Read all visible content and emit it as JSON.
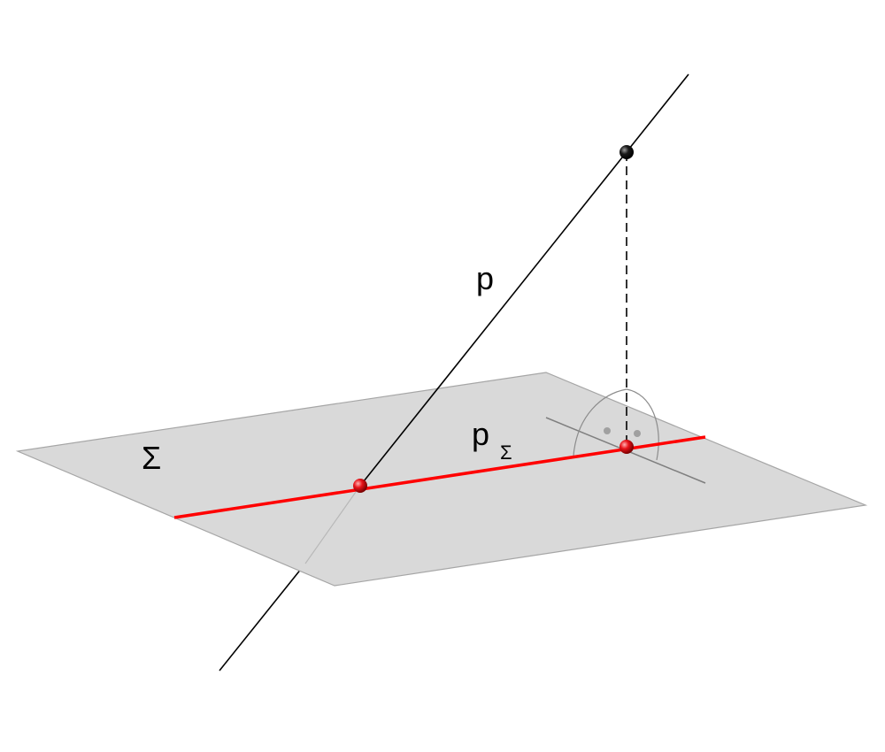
{
  "diagram": {
    "labels": {
      "plane": "Σ",
      "line": "p",
      "projection_base": "p",
      "projection_subscript": "Σ"
    },
    "colors": {
      "background": "#ffffff",
      "plane_fill": "#d9d9d9",
      "plane_edge": "#a6a6a6",
      "line": "#000000",
      "projection_line": "#ff0000",
      "intersection_point": "#e8141a",
      "foot_point": "#e8141a",
      "external_point": "#111111",
      "perpendicular_guide": "#7f7f7f"
    },
    "elements": [
      "plane-sigma",
      "line-p",
      "projection-line-p-sigma",
      "perpendicular-dashed-segment",
      "right-angle-marker",
      "intersection-point",
      "foot-point",
      "point-on-line"
    ]
  }
}
